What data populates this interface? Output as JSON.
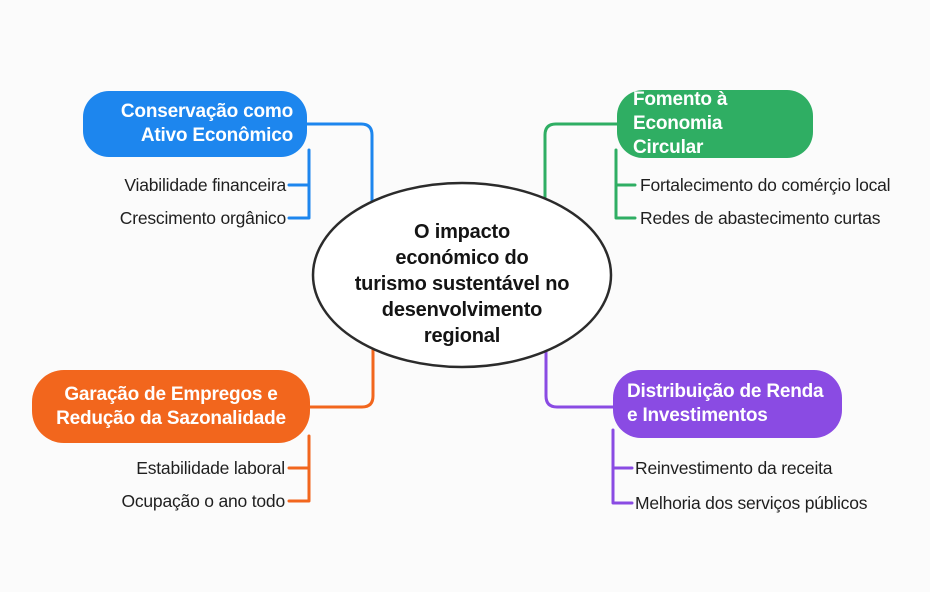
{
  "background_color": "#fbfbfb",
  "text_color": "#1f1f1f",
  "center": {
    "text": "O impacto\neconómico do\nturismo sustentável no\ndesenvolvimento\nregional",
    "outline_color": "#2b2b2b",
    "fill_color": "#ffffff"
  },
  "nodes": {
    "blue": {
      "title": "Conservação como\nAtivo Econômico",
      "color": "#1d86ee",
      "items": [
        "Viabilidade financeira",
        "Crescimento orgânico"
      ]
    },
    "green": {
      "title": "Fomento à\nEconomia Circular",
      "color": "#2fae63",
      "items": [
        "Fortalecimento do comérçio local",
        "Redes de abastecimento curtas"
      ]
    },
    "orange": {
      "title": "Garação de Empregos e\nRedução da Sazonalidade",
      "color": "#f2661d",
      "items": [
        "Estabilidade laboral",
        "Ocupação o ano todo"
      ]
    },
    "purple": {
      "title": "Distribuição de Renda\ne Investimentos",
      "color": "#8a4be3",
      "items": [
        "Reinvestimento da receita",
        "Melhoria dos serviços públicos"
      ]
    }
  }
}
